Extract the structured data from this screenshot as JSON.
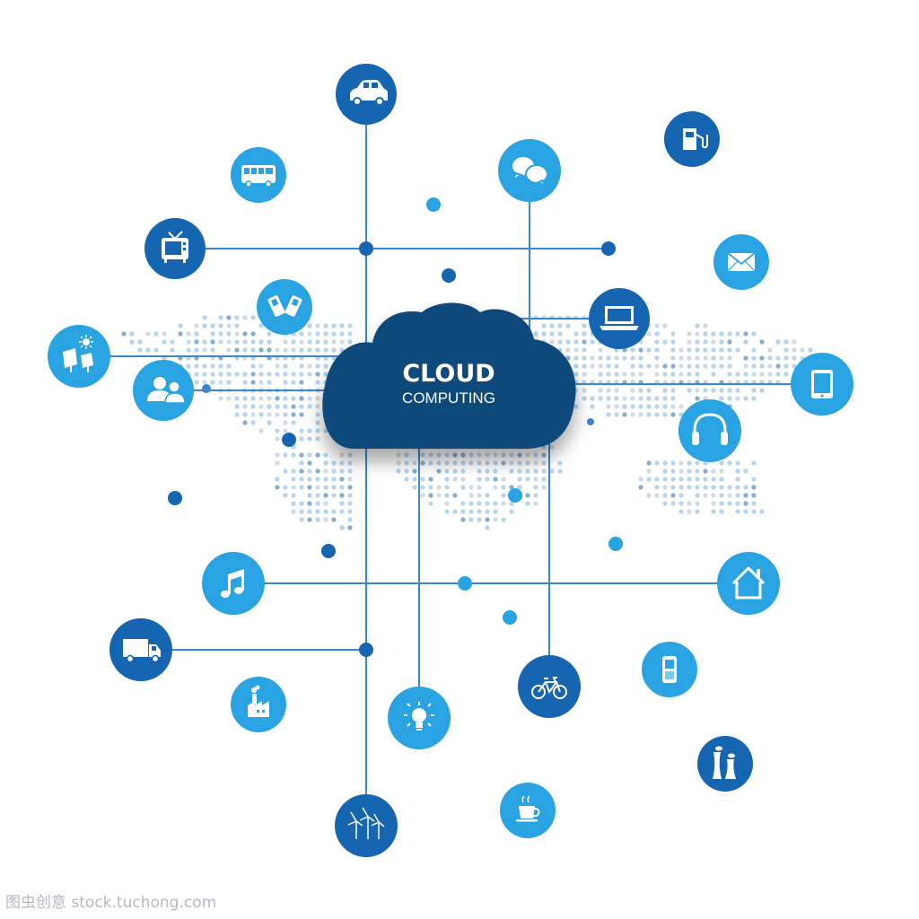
{
  "cloud": {
    "title": "CLOUD",
    "subtitle": "COMPUTING"
  },
  "watermark": "图虫创意 stock.tuchong.com",
  "colors": {
    "dark": "#1565b0",
    "light": "#29a3e2",
    "line": "#3d86c8",
    "cloud": "#0f4a7a",
    "map": "#a9cdea",
    "icon": "#ffffff"
  },
  "nodes": [
    {
      "id": "car",
      "icon": "car-icon",
      "tone": "dark"
    },
    {
      "id": "fuel",
      "icon": "fuel-pump-icon",
      "tone": "dark"
    },
    {
      "id": "bus",
      "icon": "bus-icon",
      "tone": "light"
    },
    {
      "id": "chat",
      "icon": "chat-bubbles-icon",
      "tone": "light"
    },
    {
      "id": "tv",
      "icon": "tv-icon",
      "tone": "dark"
    },
    {
      "id": "mail",
      "icon": "envelope-icon",
      "tone": "light"
    },
    {
      "id": "phones",
      "icon": "mobile-phones-icon",
      "tone": "light"
    },
    {
      "id": "laptop",
      "icon": "laptop-icon",
      "tone": "dark"
    },
    {
      "id": "solar",
      "icon": "solar-panel-icon",
      "tone": "light"
    },
    {
      "id": "users",
      "icon": "users-icon",
      "tone": "light"
    },
    {
      "id": "tablet",
      "icon": "tablet-icon",
      "tone": "light"
    },
    {
      "id": "headphones",
      "icon": "headphones-icon",
      "tone": "light"
    },
    {
      "id": "music",
      "icon": "music-note-icon",
      "tone": "light"
    },
    {
      "id": "home",
      "icon": "house-icon",
      "tone": "light"
    },
    {
      "id": "truck",
      "icon": "truck-icon",
      "tone": "dark"
    },
    {
      "id": "factory",
      "icon": "factory-icon",
      "tone": "light"
    },
    {
      "id": "bulb",
      "icon": "light-bulb-icon",
      "tone": "light"
    },
    {
      "id": "bike",
      "icon": "bicycle-icon",
      "tone": "dark"
    },
    {
      "id": "cellphone",
      "icon": "cell-phone-icon",
      "tone": "light"
    },
    {
      "id": "plant",
      "icon": "power-plant-icon",
      "tone": "dark"
    },
    {
      "id": "wind",
      "icon": "wind-turbines-icon",
      "tone": "dark"
    },
    {
      "id": "coffee",
      "icon": "coffee-cup-icon",
      "tone": "light"
    }
  ]
}
